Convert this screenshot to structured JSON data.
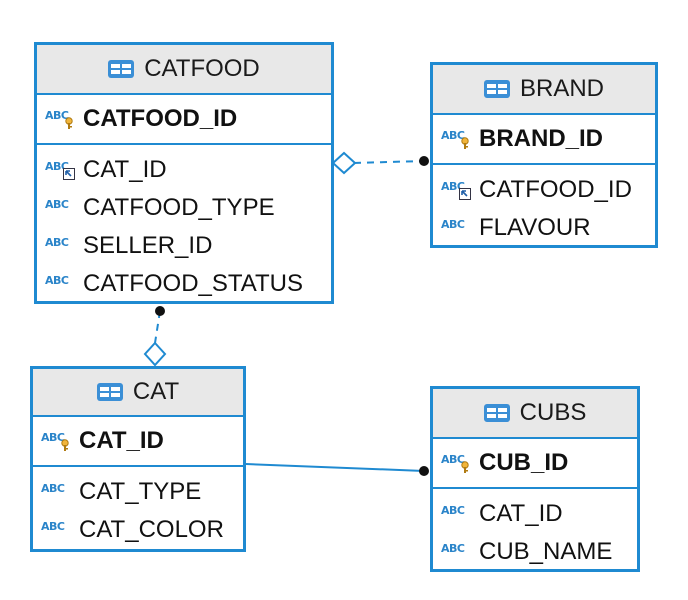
{
  "diagram": {
    "colors": {
      "border": "#1f8ad1",
      "header_bg": "#e8e8e8",
      "link": "#1f8ad1"
    },
    "icons": {
      "table": "table-icon",
      "text_type": "abc-text-type-icon",
      "primary_key": "key-icon",
      "foreign_key": "foreign-key-icon"
    },
    "entities": {
      "catfood": {
        "title": "CATFOOD",
        "pk": {
          "type": "ABC",
          "name": "CATFOOD_ID"
        },
        "columns": [
          {
            "type": "ABC",
            "name": "CAT_ID"
          },
          {
            "type": "ABC",
            "name": "CATFOOD_TYPE"
          },
          {
            "type": "ABC",
            "name": "SELLER_ID"
          },
          {
            "type": "ABC",
            "name": "CATFOOD_STATUS"
          }
        ]
      },
      "brand": {
        "title": "BRAND",
        "pk": {
          "type": "ABC",
          "name": "BRAND_ID"
        },
        "columns": [
          {
            "type": "ABC",
            "name": "CATFOOD_ID"
          },
          {
            "type": "ABC",
            "name": "FLAVOUR"
          }
        ]
      },
      "cat": {
        "title": "CAT",
        "pk": {
          "type": "ABC",
          "name": "CAT_ID"
        },
        "columns": [
          {
            "type": "ABC",
            "name": "CAT_TYPE"
          },
          {
            "type": "ABC",
            "name": "CAT_COLOR"
          }
        ]
      },
      "cubs": {
        "title": "CUBS",
        "pk": {
          "type": "ABC",
          "name": "CUB_ID"
        },
        "columns": [
          {
            "type": "ABC",
            "name": "CAT_ID"
          },
          {
            "type": "ABC",
            "name": "CUB_NAME"
          }
        ]
      }
    }
  }
}
